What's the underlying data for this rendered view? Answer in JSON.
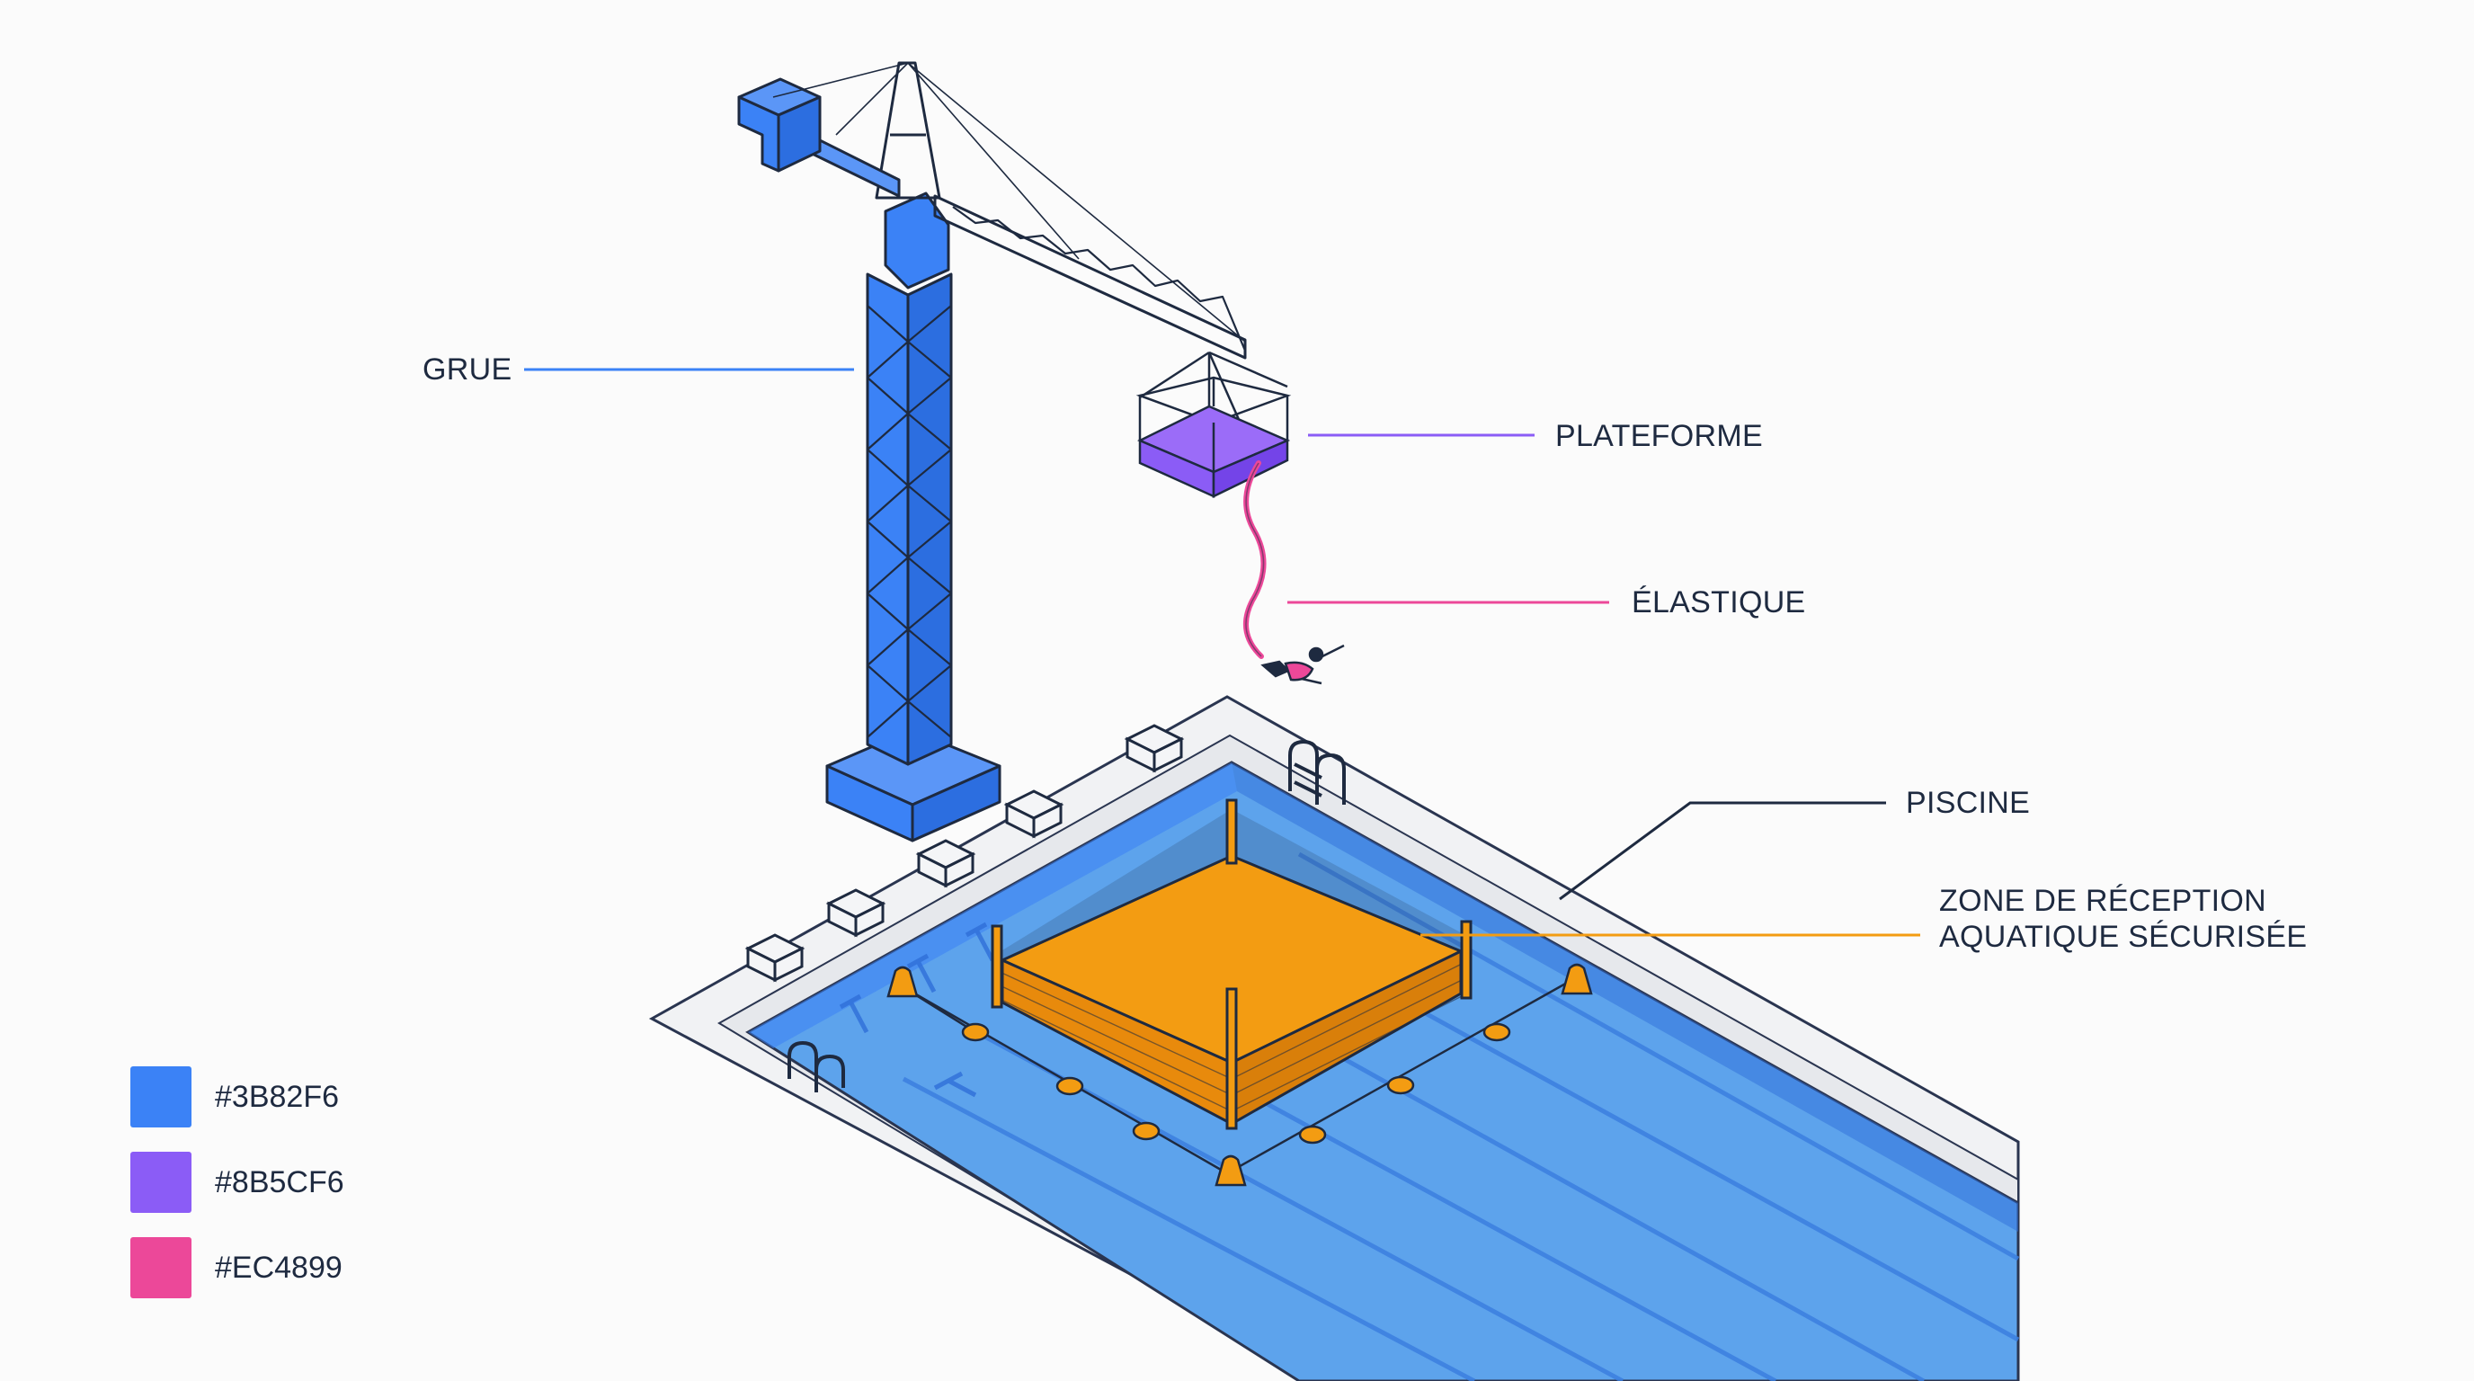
{
  "labels": {
    "crane": "GRUE",
    "platform": "PLATEFORME",
    "bungee": "ÉLASTIQUE",
    "pool": "PISCINE",
    "landing_zone_line1": "ZONE DE RÉCEPTION",
    "landing_zone_line2": "AQUATIQUE SÉCURISÉE"
  },
  "legend": [
    {
      "color": "#3B82F6",
      "label": "#3B82F6"
    },
    {
      "color": "#8B5CF6",
      "label": "#8B5CF6"
    },
    {
      "color": "#EC4899",
      "label": "#EC4899"
    }
  ],
  "colors": {
    "crane": "#3B82F6",
    "platform": "#8B5CF6",
    "bungee": "#EC4899",
    "landing_zone": "#F39C12",
    "pool_water": "#5DA3EC",
    "outline": "#1E2A40"
  }
}
